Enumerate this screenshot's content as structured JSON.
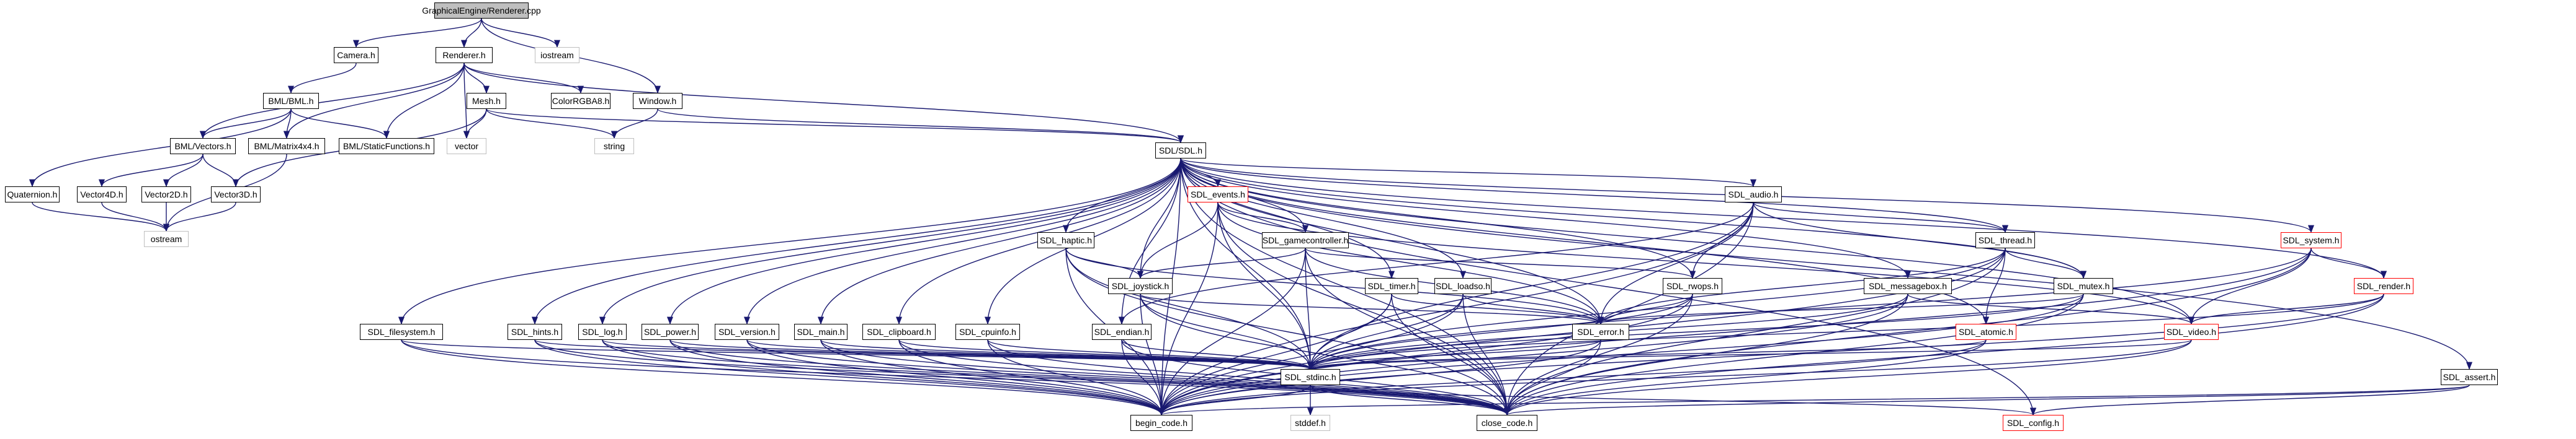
{
  "title": "GraphicalEngine/Renderer.cpp",
  "colors": {
    "edge": "#191970",
    "edge_sdl": "#1e1e73",
    "red_border": "#ff0000",
    "root_fill": "#bfbfbf",
    "nolink_border": "#bfbfbf"
  },
  "nodes": {
    "root": "GraphicalEngine/Renderer.cpp",
    "camera": "Camera.h",
    "renderer": "Renderer.h",
    "iostream_top": "iostream",
    "bml": "BML/BML.h",
    "colorrgba": "ColorRGBA8.h",
    "window": "Window.h",
    "mesh": "Mesh.h",
    "bmlvectors": "BML/Vectors.h",
    "bmlmatrix": "BML/Matrix4x4.h",
    "bmlstatic": "BML/StaticFunctions.h",
    "vector": "vector",
    "string": "string",
    "quaternion": "Quaternion.h",
    "vector4d": "Vector4D.h",
    "vector2d": "Vector2D.h",
    "vector3d": "Vector3D.h",
    "ostream": "ostream",
    "sdl": "SDL/SDL.h",
    "sdl_events": "SDL_events.h",
    "sdl_audio": "SDL_audio.h",
    "sdl_haptic": "SDL_haptic.h",
    "sdl_gamecontroller": "SDL_gamecontroller.h",
    "sdl_joystick": "SDL_joystick.h",
    "sdl_timer": "SDL_timer.h",
    "sdl_loadso": "SDL_loadso.h",
    "sdl_rwops": "SDL_rwops.h",
    "sdl_thread": "SDL_thread.h",
    "sdl_messagebox": "SDL_messagebox.h",
    "sdl_mutex": "SDL_mutex.h",
    "sdl_system": "SDL_system.h",
    "sdl_render": "SDL_render.h",
    "sdl_error": "SDL_error.h",
    "sdl_video": "SDL_video.h",
    "sdl_atomic": "SDL_atomic.h",
    "sdl_filesystem": "SDL_filesystem.h",
    "sdl_hints": "SDL_hints.h",
    "sdl_log": "SDL_log.h",
    "sdl_power": "SDL_power.h",
    "sdl_version": "SDL_version.h",
    "sdl_main": "SDL_main.h",
    "sdl_clipboard": "SDL_clipboard.h",
    "sdl_cpuinfo": "SDL_cpuinfo.h",
    "sdl_endian": "SDL_endian.h",
    "sdl_stdinc": "SDL_stdinc.h",
    "sdl_asset": "SDL_assert.h",
    "stddef": "stddef.h",
    "begin_code": "begin_code.h",
    "close_code": "close_code.h",
    "sdl_config": "SDL_config.h"
  }
}
